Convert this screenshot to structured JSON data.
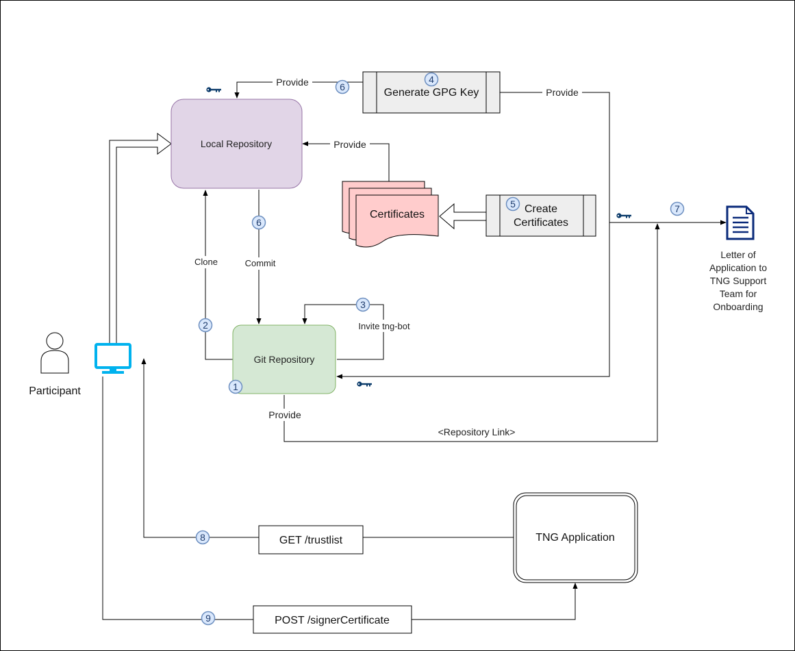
{
  "nodes": {
    "local_repository": "Local Repository",
    "git_repository": "Git Repository",
    "generate_gpg_key": "Generate GPG Key",
    "certificates": "Certificates",
    "create_certificates_line1": "Create",
    "create_certificates_line2": "Certificates",
    "letter_lines": [
      "Letter of",
      "Application to",
      "TNG Support",
      "Team for",
      "Onboarding"
    ],
    "participant": "Participant",
    "tng_application": "TNG Application",
    "get_trustlist": "GET /trustlist",
    "post_signer_certificate": "POST /signerCertificate"
  },
  "edges": {
    "provide_gpg_to_local": "Provide",
    "provide_gpg_to_git": "Provide",
    "provide_certs_to_local": "Provide",
    "clone": "Clone",
    "commit": "Commit",
    "invite_bot": "Invite tng-bot",
    "provide_git": "Provide",
    "repository_link": "<Repository Link>"
  },
  "badges": {
    "git_repo": "1",
    "clone": "2",
    "invite": "3",
    "gpg": "4",
    "certs": "5",
    "commit": "6",
    "provide_local": "6",
    "letter": "7",
    "get": "8",
    "post": "9"
  },
  "colors": {
    "local_repo_fill": "#e1d5e7",
    "local_repo_stroke": "#9673a6",
    "git_repo_fill": "#d5e8d4",
    "git_repo_stroke": "#82b366",
    "certificates_fill": "#ffcccc",
    "process_fill": "#eeeeee",
    "badge_fill": "#dae8fc",
    "badge_stroke": "#6c8ebf",
    "monitor": "#00b2ee",
    "document": "#0a2a7a",
    "key": "#0a3a6a"
  },
  "icons": [
    "user-icon",
    "monitor-icon",
    "document-icon",
    "key-icon"
  ]
}
